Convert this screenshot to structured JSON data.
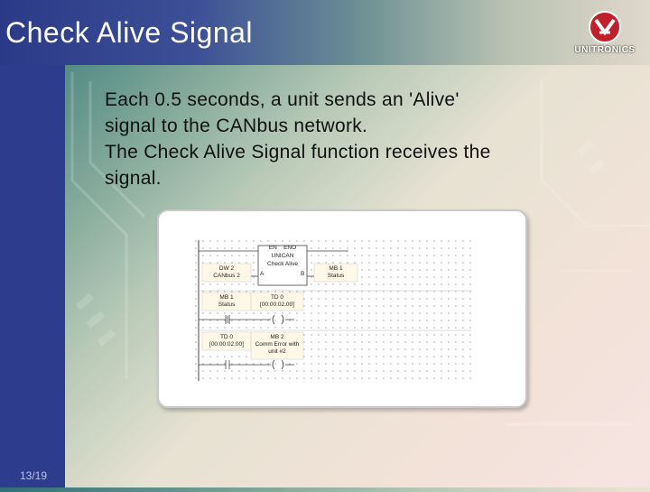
{
  "title": "Check Alive Signal",
  "logo": {
    "text": "UNITRONICS"
  },
  "body": {
    "line1": "Each 0.5 seconds, a unit sends an 'Alive'",
    "line2": "signal to the CANbus network.",
    "line3": "The Check Alive Signal function receives the",
    "line4": "signal."
  },
  "ladder": {
    "fb_header_en": "EN",
    "fb_header_eno": "ENO",
    "fb_name1": "UNICAN",
    "fb_name2": "Check Alive",
    "fb_pin_a": "A",
    "fb_pin_b": "B",
    "in_op_line1": "DW 2",
    "in_op_line2": "CANbus 2",
    "out_op_line1": "MB 1",
    "out_op_line2": "Status",
    "r2_contact_line1": "MB 1",
    "r2_contact_line2": "Status",
    "r2_timer_line1": "TD 0",
    "r2_timer_line2": "[00:00:02.00]",
    "r3_contact_line1": "TD 0",
    "r3_contact_line2": "[00:00:02.00]",
    "r3_coil_line1": "MB 2",
    "r3_coil_line2": "Comm Error with",
    "r3_coil_line3": "unit #2"
  },
  "footer": {
    "page": "13/19"
  }
}
